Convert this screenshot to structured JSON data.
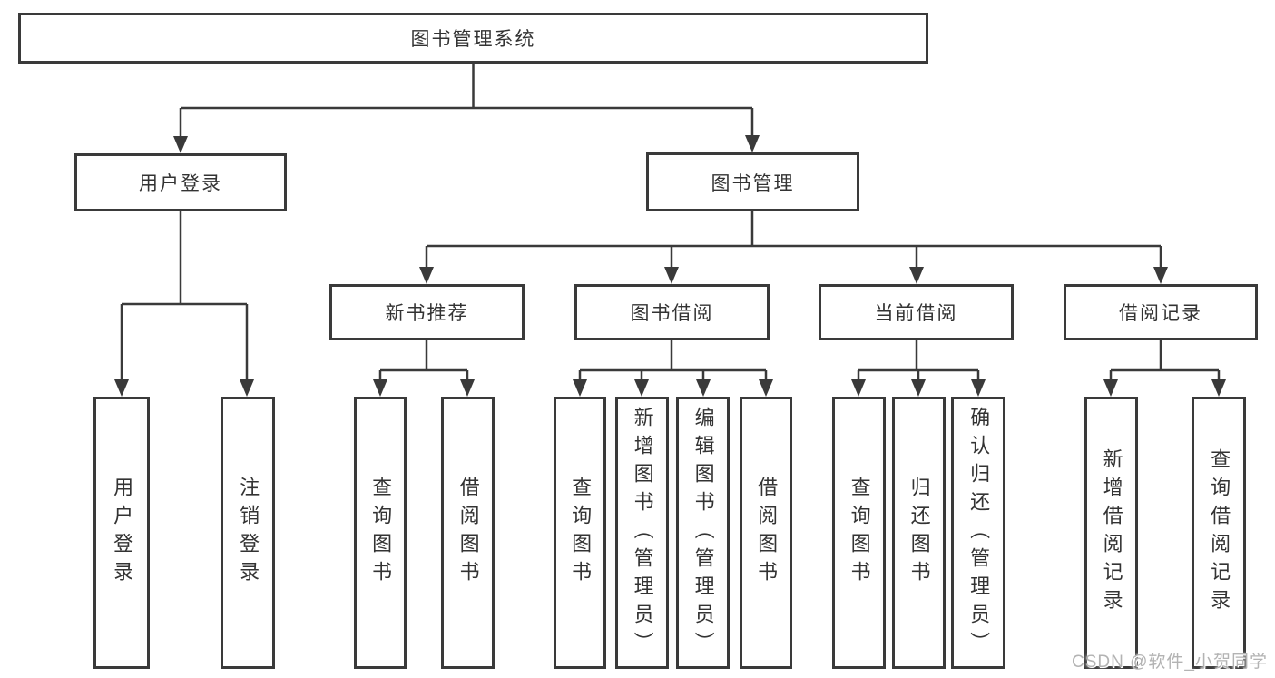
{
  "colors": {
    "line": "#3a3a3a",
    "box_border": "#3a3a3a",
    "text": "#333333",
    "background": "#ffffff",
    "watermark": "#b3b3b3"
  },
  "watermark": {
    "text": "CSDN @软件_小贺同学"
  },
  "nodes": {
    "root": "图书管理系统",
    "user_login": "用户登录",
    "book_mgmt": "图书管理",
    "new_book_rec": "新书推荐",
    "book_borrow": "图书借阅",
    "current_borrow": "当前借阅",
    "borrow_records": "借阅记录",
    "leaf_user_login": "用户登录",
    "leaf_logout": "注销登录",
    "leaf_query_book_1": "查询图书",
    "leaf_borrow_book_1": "借阅图书",
    "leaf_query_book_2": "查询图书",
    "leaf_add_book": "新增图书（管理员）",
    "leaf_edit_book": "编辑图书（管理员）",
    "leaf_borrow_book_2": "借阅图书",
    "leaf_query_book_3": "查询图书",
    "leaf_return_book": "归还图书",
    "leaf_confirm_return": "确认归还（管理员）",
    "leaf_add_record": "新增借阅记录",
    "leaf_query_record": "查询借阅记录"
  },
  "structure": {
    "root_children": [
      "用户登录",
      "图书管理"
    ],
    "user_login_children": [
      "用户登录",
      "注销登录"
    ],
    "book_mgmt_children": [
      "新书推荐",
      "图书借阅",
      "当前借阅",
      "借阅记录"
    ],
    "new_book_rec_children": [
      "查询图书",
      "借阅图书"
    ],
    "book_borrow_children": [
      "查询图书",
      "新增图书（管理员）",
      "编辑图书（管理员）",
      "借阅图书"
    ],
    "current_borrow_children": [
      "查询图书",
      "归还图书",
      "确认归还（管理员）"
    ],
    "borrow_records_children": [
      "新增借阅记录",
      "查询借阅记录"
    ]
  }
}
